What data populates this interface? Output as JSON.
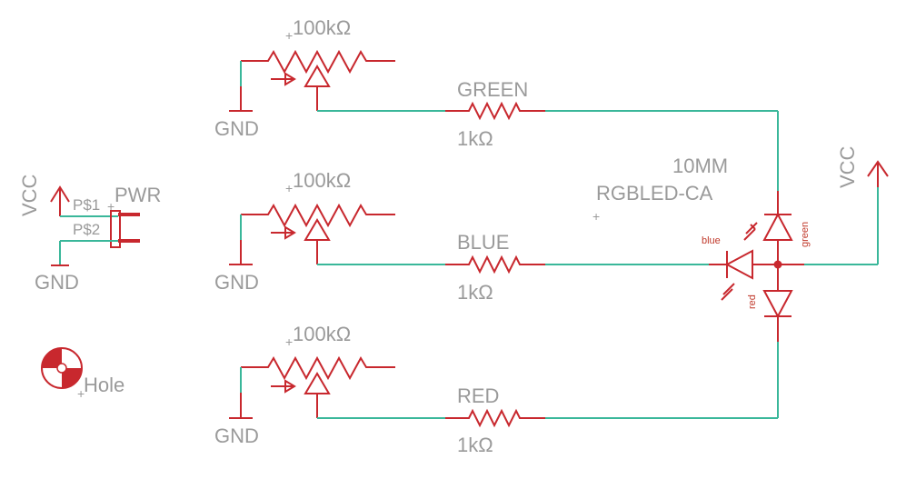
{
  "colors": {
    "symbol": "#c8282e",
    "wire": "#3ab79a",
    "label": "#9a9a9a",
    "background": "#ffffff"
  },
  "power": {
    "vcc_left": "VCC",
    "vcc_right": "VCC",
    "gnd": "GND"
  },
  "connector": {
    "name": "PWR",
    "pin1": "P$1",
    "pin2": "P$2"
  },
  "hole": {
    "label": "Hole"
  },
  "channels": [
    {
      "pot_value": "100kΩ",
      "net_name": "GREEN",
      "resistor_value": "1kΩ",
      "gnd_label": "GND"
    },
    {
      "pot_value": "100kΩ",
      "net_name": "BLUE",
      "resistor_value": "1kΩ",
      "gnd_label": "GND"
    },
    {
      "pot_value": "100kΩ",
      "net_name": "RED",
      "resistor_value": "1kΩ",
      "gnd_label": "GND"
    }
  ],
  "led": {
    "size": "10MM",
    "part": "RGBLED-CA",
    "green_label": "green",
    "blue_label": "blue",
    "red_label": "red"
  }
}
